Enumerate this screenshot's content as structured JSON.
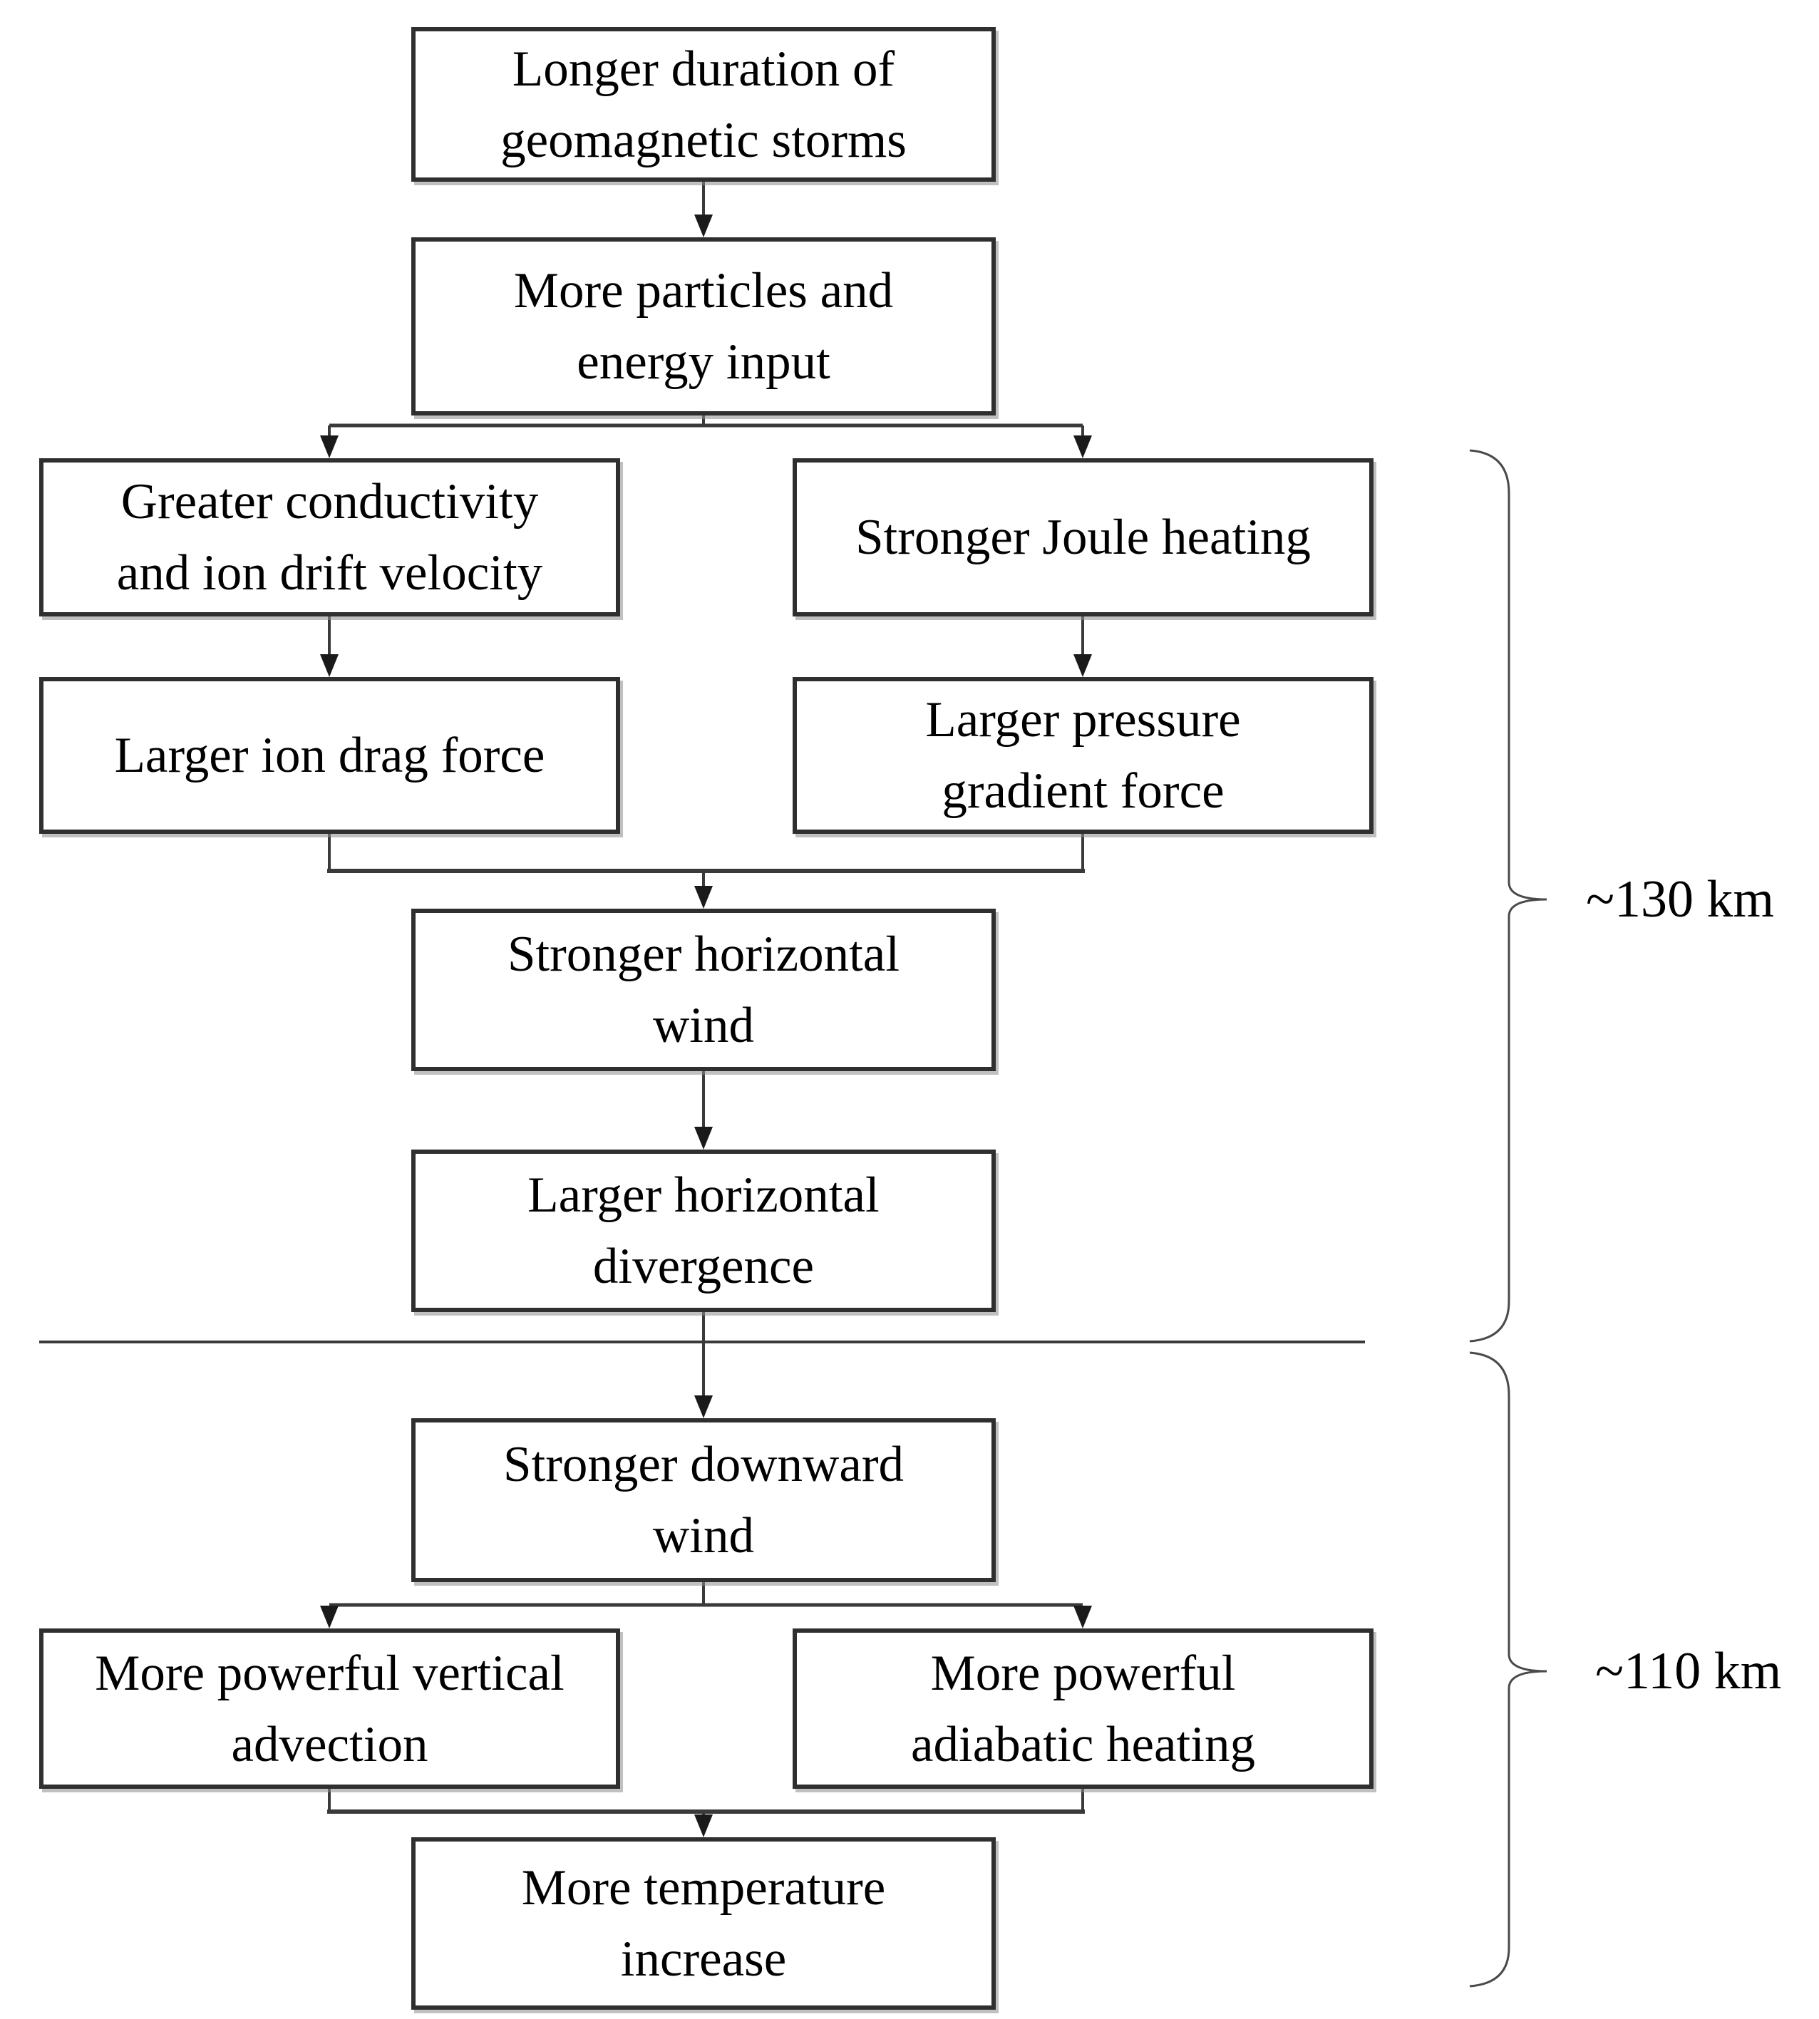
{
  "figure": {
    "type": "flowchart",
    "background_color": "#ffffff",
    "line_color": "#3a3a3a",
    "box_border_color": "#2f2f2f",
    "text_color": "#000000"
  },
  "nodes": {
    "storm_duration": {
      "lines": [
        "Longer duration of",
        "geomagnetic storms"
      ]
    },
    "energy_input": {
      "lines": [
        "More particles and",
        "energy input"
      ]
    },
    "conductivity": {
      "lines": [
        "Greater conductivity",
        "and ion drift velocity"
      ]
    },
    "joule_heating": {
      "lines": [
        "Stronger Joule heating"
      ]
    },
    "ion_drag": {
      "lines": [
        "Larger ion drag force"
      ]
    },
    "pressure_gradient": {
      "lines": [
        "Larger pressure",
        "gradient force"
      ]
    },
    "horizontal_wind": {
      "lines": [
        "Stronger horizontal",
        "wind"
      ]
    },
    "horizontal_divergence": {
      "lines": [
        "Larger horizontal",
        "divergence"
      ]
    },
    "downward_wind": {
      "lines": [
        "Stronger downward",
        "wind"
      ]
    },
    "vertical_advection": {
      "lines": [
        "More powerful vertical",
        "advection"
      ]
    },
    "adiabatic_heating": {
      "lines": [
        "More powerful",
        "adiabatic heating"
      ]
    },
    "temperature_increase": {
      "lines": [
        "More temperature",
        "increase"
      ]
    }
  },
  "altitude_markers": [
    {
      "label": "~130 km",
      "section": "upper"
    },
    {
      "label": "~110 km",
      "section": "lower"
    }
  ],
  "edges": [
    {
      "from": "storm_duration",
      "to": "energy_input"
    },
    {
      "from": "energy_input",
      "to": "conductivity"
    },
    {
      "from": "energy_input",
      "to": "joule_heating"
    },
    {
      "from": "conductivity",
      "to": "ion_drag"
    },
    {
      "from": "joule_heating",
      "to": "pressure_gradient"
    },
    {
      "from": "ion_drag",
      "to": "horizontal_wind"
    },
    {
      "from": "pressure_gradient",
      "to": "horizontal_wind"
    },
    {
      "from": "horizontal_wind",
      "to": "horizontal_divergence"
    },
    {
      "from": "horizontal_divergence",
      "to": "downward_wind"
    },
    {
      "from": "downward_wind",
      "to": "vertical_advection"
    },
    {
      "from": "downward_wind",
      "to": "adiabatic_heating"
    },
    {
      "from": "vertical_advection",
      "to": "temperature_increase"
    },
    {
      "from": "adiabatic_heating",
      "to": "temperature_increase"
    }
  ]
}
